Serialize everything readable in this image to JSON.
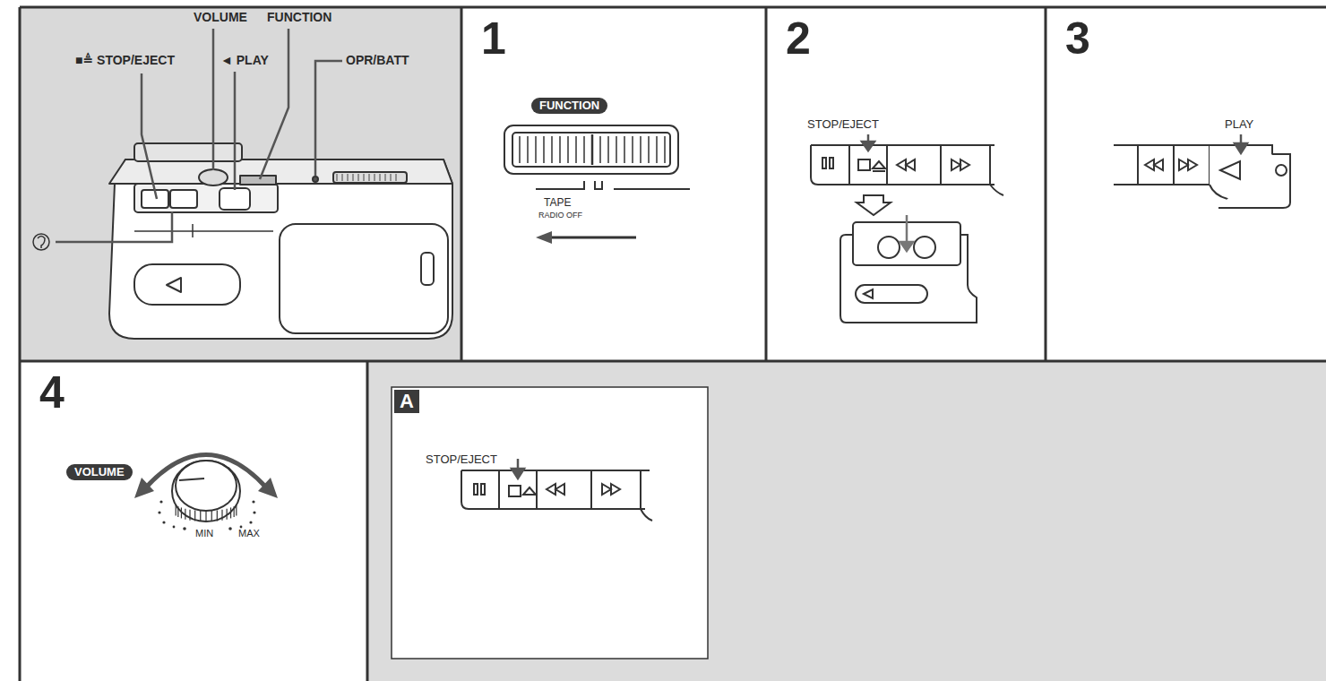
{
  "diagram": {
    "nodes": [
      {
        "text": [
          "■≜ STOP/EJECT",
          "VOLUME",
          "◄ PLAY",
          "FUNCTION",
          "OPR/BATT"
        ]
      },
      {
        "text": [
          "1",
          "FUNCTION",
          "TAPE",
          "RADIO OFF"
        ]
      },
      {
        "text": [
          "2",
          "STOP/EJECT"
        ]
      },
      {
        "text": [
          "3",
          "PLAY"
        ]
      },
      {
        "text": [
          "4",
          "VOLUME",
          "MIN",
          "MAX"
        ]
      },
      {
        "text": [
          "A",
          "STOP/EJECT"
        ]
      }
    ]
  }
}
